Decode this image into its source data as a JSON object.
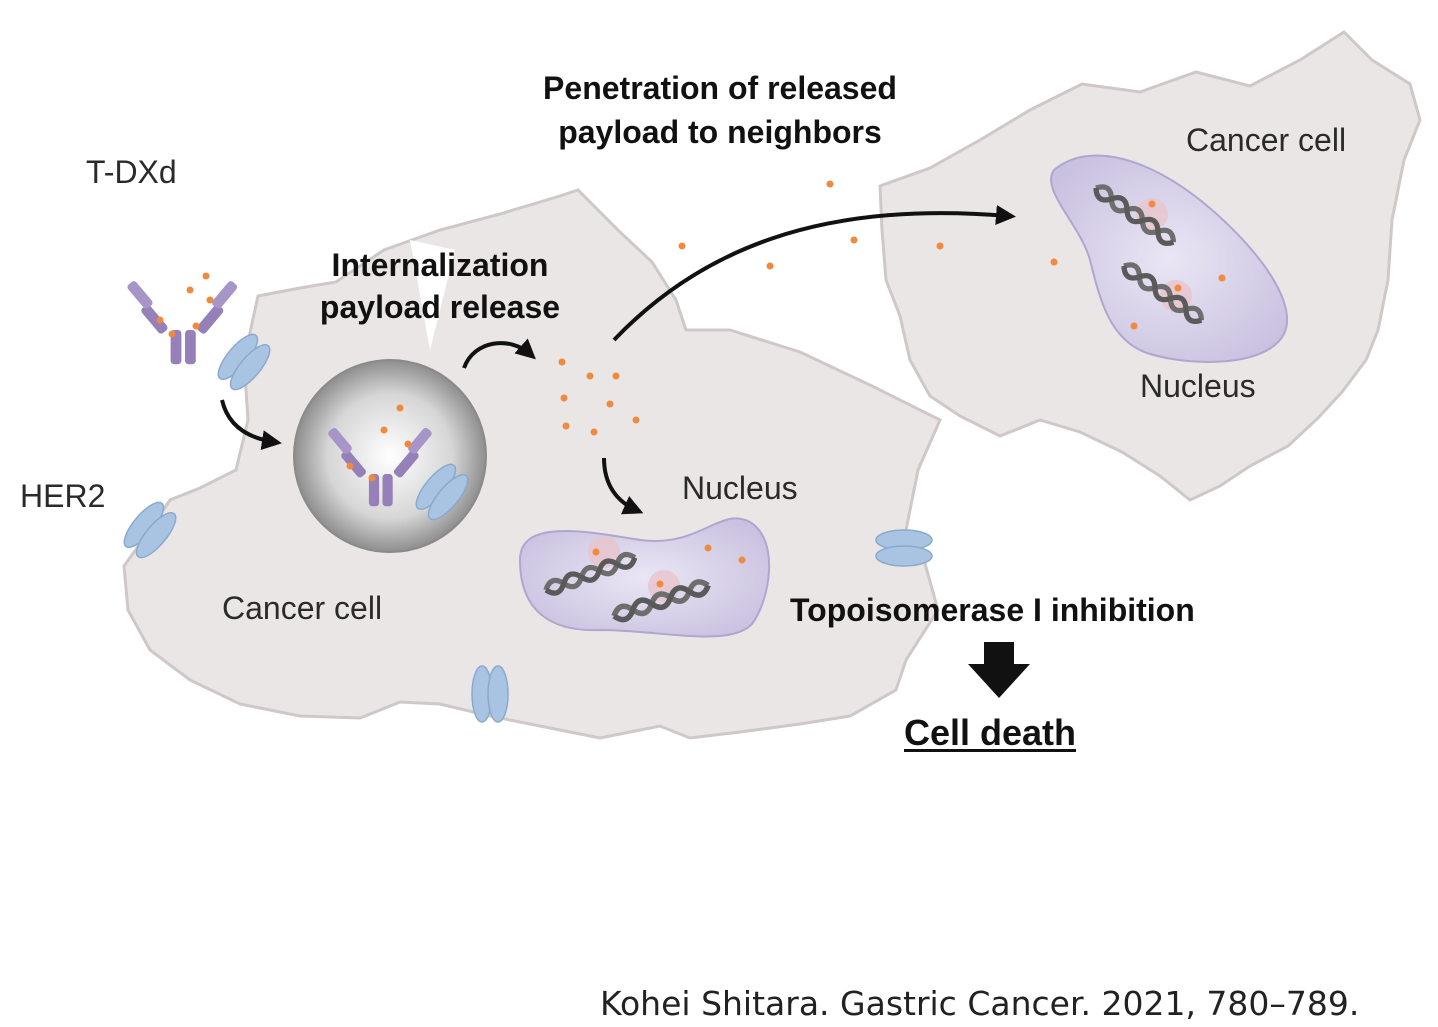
{
  "labels": {
    "penetration_line1": "Penetration of released",
    "penetration_line2": "payload to neighbors",
    "internalization_line1": "Internalization",
    "internalization_line2": "payload release",
    "tdxd": "T-DXd",
    "her2": "HER2",
    "cancer_cell_left": "Cancer cell",
    "cancer_cell_right": "Cancer cell",
    "nucleus_middle": "Nucleus",
    "nucleus_right": "Nucleus",
    "topoisomerase": "Topoisomerase I inhibition",
    "cell_death": "Cell death"
  },
  "citation": "Kohei Shitara. Gastric Cancer. 2021, 780–789.",
  "colors": {
    "cell_fill": "#ebe6e6",
    "cell_stroke": "#c9c2c2",
    "nucleus_fill": "#d9d3ea",
    "antibody": "#9580b8",
    "receptor": "#a9c4e2",
    "payload": "#ef8a3e",
    "arrow": "#111111"
  }
}
